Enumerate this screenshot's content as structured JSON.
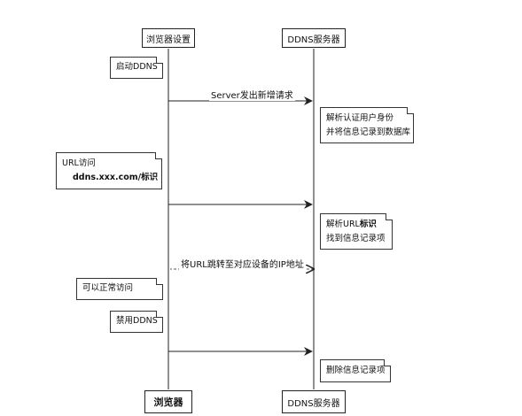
{
  "participants": {
    "browser_top": "浏览器设置",
    "ddns_top": "DDNS服务器",
    "browser_bottom": "浏览器",
    "ddns_bottom": "DDNS服务器"
  },
  "notes": {
    "start_ddns": "启动DDNS",
    "parse_auth_line1": "解析认证用户身份",
    "parse_auth_line2": "并将信息记录到数据库",
    "url_access_line1": "URL访问",
    "url_access_line2": "ddns.xxx.com/标识",
    "parse_url_prefix": "解析URL",
    "parse_url_bold": "标识",
    "parse_url_line2": "找到信息记录项",
    "normal_access": "可以正常访问",
    "disable_ddns": "禁用DDNS",
    "delete_record": "删除信息记录项"
  },
  "messages": {
    "server_request": "Server发出新增请求",
    "redirect": "将URL跳转至对应设备的IP地址"
  },
  "colors": {
    "line": "#222222",
    "dashed": "#555555"
  }
}
